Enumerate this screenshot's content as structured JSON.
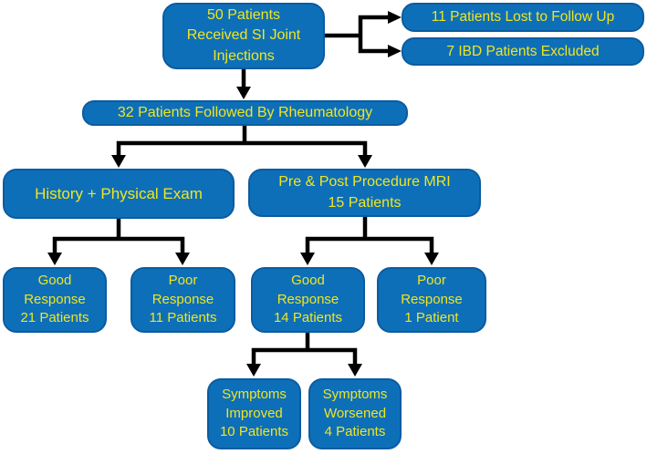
{
  "diagram": {
    "type": "flowchart",
    "colors": {
      "node_fill": "#0E6FB9",
      "node_border": "#0A5CA0",
      "node_text": "#EFE620",
      "connector": "#000000",
      "background": "#FFFFFF"
    },
    "nodes": {
      "si_injections": {
        "label": "50 Patients\nReceived SI Joint\nInjections"
      },
      "lost_followup": {
        "label": "11 Patients Lost to Follow Up"
      },
      "ibd_excluded": {
        "label": "7 IBD Patients Excluded"
      },
      "rheumatology": {
        "label": "32 Patients Followed By Rheumatology"
      },
      "history_exam": {
        "label": "History + Physical Exam"
      },
      "mri": {
        "label": "Pre & Post Procedure MRI\n15 Patients"
      },
      "good_21": {
        "label": "Good\nResponse\n21 Patients"
      },
      "poor_11": {
        "label": "Poor\nResponse\n11 Patients"
      },
      "good_14": {
        "label": "Good\nResponse\n14 Patients"
      },
      "poor_1": {
        "label": "Poor\nResponse\n1 Patient"
      },
      "improved_10": {
        "label": "Symptoms\nImproved\n10 Patients"
      },
      "worsened_4": {
        "label": "Symptoms\nWorsened\n4 Patients"
      }
    },
    "edges": [
      {
        "from": "si_injections",
        "to": "lost_followup"
      },
      {
        "from": "si_injections",
        "to": "ibd_excluded"
      },
      {
        "from": "si_injections",
        "to": "rheumatology"
      },
      {
        "from": "rheumatology",
        "to": "history_exam"
      },
      {
        "from": "rheumatology",
        "to": "mri"
      },
      {
        "from": "history_exam",
        "to": "good_21"
      },
      {
        "from": "history_exam",
        "to": "poor_11"
      },
      {
        "from": "mri",
        "to": "good_14"
      },
      {
        "from": "mri",
        "to": "poor_1"
      },
      {
        "from": "good_14",
        "to": "improved_10"
      },
      {
        "from": "good_14",
        "to": "worsened_4"
      }
    ]
  }
}
